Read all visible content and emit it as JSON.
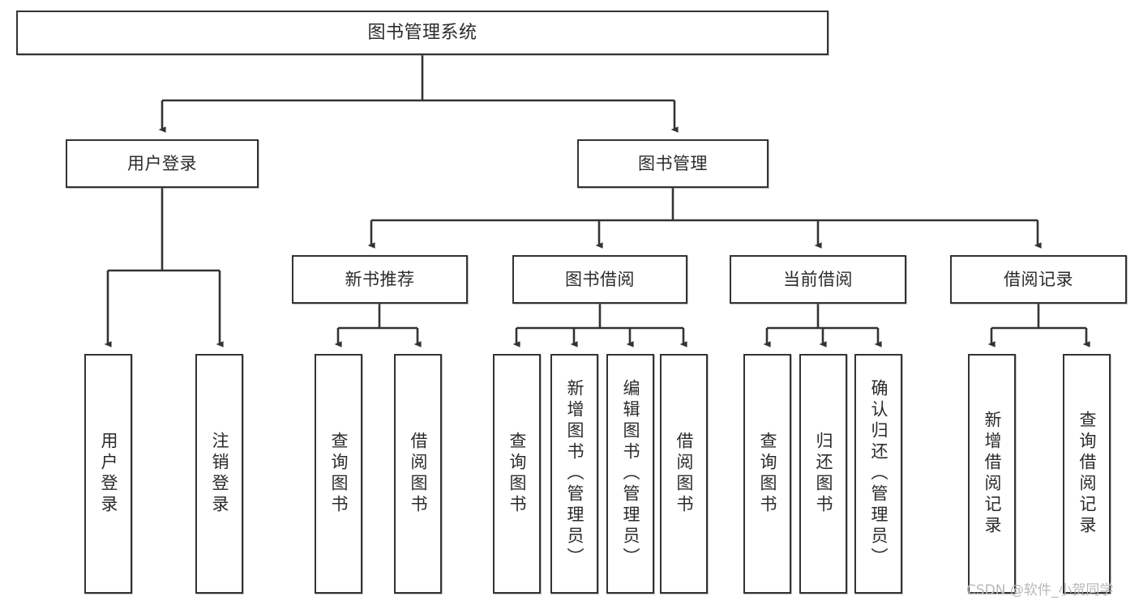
{
  "diagram": {
    "title": "图书管理系统",
    "type": "功能结构图",
    "watermark": "CSDN @软件_小贺同学",
    "colors": {
      "box_border": "#333333",
      "box_fill": "#ffffff",
      "connector": "#333333",
      "text": "#2b2b2b",
      "watermark": "#b9b9b9",
      "background": "#ffffff"
    },
    "root": {
      "label": "图书管理系统"
    },
    "level1": [
      {
        "label": "用户登录"
      },
      {
        "label": "图书管理"
      }
    ],
    "level2": [
      {
        "label": "新书推荐"
      },
      {
        "label": "图书借阅"
      },
      {
        "label": "当前借阅"
      },
      {
        "label": "借阅记录"
      }
    ],
    "leaves": {
      "user_login": [
        {
          "label": "用户登录"
        },
        {
          "label": "注销登录"
        }
      ],
      "new_book_recommend": [
        {
          "label": "查询图书"
        },
        {
          "label": "借阅图书"
        }
      ],
      "book_borrow": [
        {
          "label": "查询图书"
        },
        {
          "label": "新增图书（管理员）"
        },
        {
          "label": "编辑图书（管理员）"
        },
        {
          "label": "借阅图书"
        }
      ],
      "current_borrow": [
        {
          "label": "查询图书"
        },
        {
          "label": "归还图书"
        },
        {
          "label": "确认归还（管理员）"
        }
      ],
      "borrow_record": [
        {
          "label": "新增借阅记录"
        },
        {
          "label": "查询借阅记录"
        }
      ]
    }
  }
}
